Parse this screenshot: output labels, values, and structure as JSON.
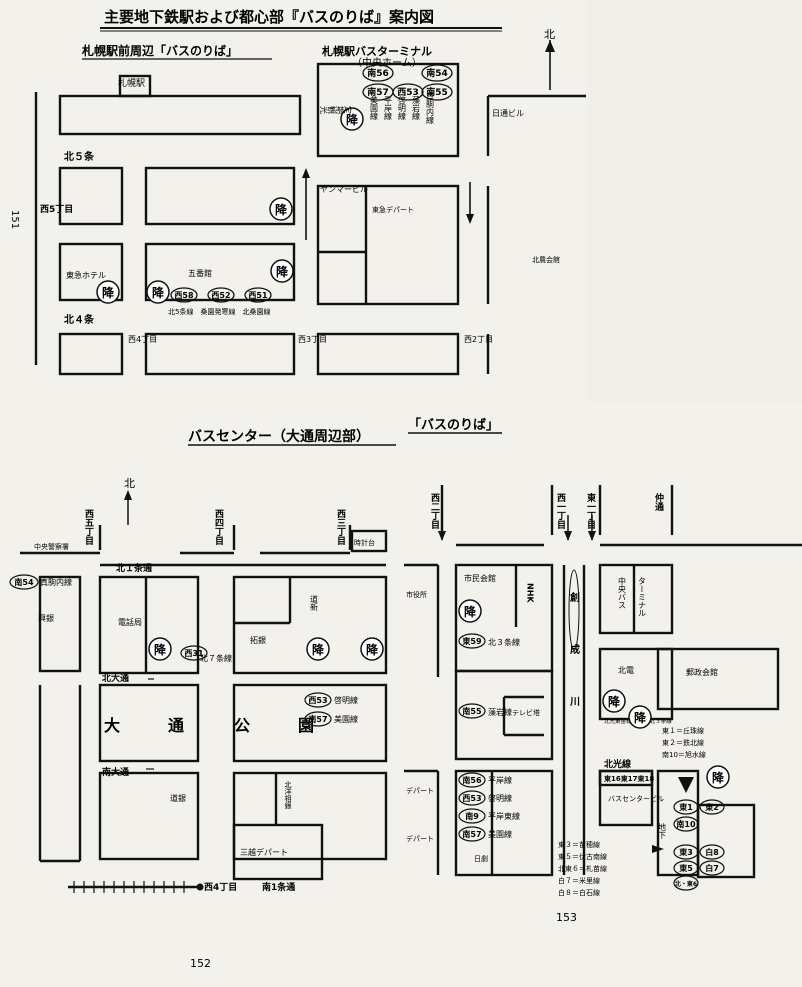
{
  "colors": {
    "paper": "#f3f1ec",
    "ink": "#111111",
    "faint": "#c8c4bc"
  },
  "top": {
    "title": "主要地下鉄駅および都心部『バスのりば』案内図",
    "sec_left": "札幌駅前周辺「バスのりば」",
    "sec_right": "札幌駅バスターミナル",
    "sec_right_sub": "（中央ホーム）",
    "page_no": "151",
    "north": "北",
    "labels": {
      "sapporo_eki": "札幌駅",
      "kita5": "北５条",
      "kita4": "北４条",
      "nishi5": "西5丁目",
      "nishi4": "西4丁目",
      "nishi3": "西3丁目",
      "nishi2": "西2丁目",
      "tokyu_hotel": "東急ホテル",
      "gobankan": "五番館",
      "yanmar": "ヤンマービル",
      "tokyu_dept": "東急デパート",
      "nittsu": "日通ビル",
      "hokuno": "北農会館",
      "routes_bottom": "北5条線　桑園発寒線　北桑園線",
      "kou": "降",
      "cols": [
        "定期観光",
        "美園線",
        "平岸線",
        "啓明線",
        "藻岩線",
        "真駒内線"
      ]
    },
    "stops": [
      "南56",
      "南54",
      "南57",
      "西53",
      "南55",
      "西58",
      "西52",
      "西51"
    ]
  },
  "bottom_left": {
    "title": "バスセンター（大通周辺部）",
    "page_no": "152",
    "north": "北",
    "labels": {
      "nishi5": "西五丁目",
      "nishi4": "西四丁目",
      "nishi3": "西三丁目",
      "chuo_keisatsu": "中央警察署",
      "kita1": "北１条通",
      "tokeidai": "時計台",
      "makomanai": "真駒内線",
      "kogin": "興銀",
      "denwakyoku": "電話局",
      "takugin": "拓銀",
      "dosin": "道新",
      "kita7": "北７条線",
      "kitaodori": "北大通",
      "minamiodori": "南大通",
      "odori_park": [
        "大",
        "通",
        "公",
        "園"
      ],
      "keimei": "啓明線",
      "bien": "美園線",
      "dogin": "道銀",
      "hokuyo": "北洋相銀",
      "mitsukoshi": "三越デパート",
      "nishi4chome": "西4丁目",
      "minami1": "南1条通",
      "kou": "降"
    },
    "stops": [
      "南54",
      "西31",
      "西53",
      "南57"
    ]
  },
  "bottom_right": {
    "title": "「バスのりば」",
    "page_no": "153",
    "labels": {
      "nishi2": "西二丁目",
      "nishi1": "西一丁目",
      "higashi1": "東一丁目",
      "naka": "仲通",
      "shiyakusho": "市役所",
      "shimin": "市民会館",
      "nhk": "NHK",
      "terminal": "ターミナル",
      "chuo_bus": "中央バス",
      "sosei": [
        "創",
        "成",
        "川"
      ],
      "kita3": "北３条線",
      "hokuden": "北電",
      "yubin": "郵政会館",
      "moiwa": "藻岩線",
      "tv": "テレビ塔",
      "hiragishi": "平岸線",
      "keimei": "啓明線",
      "hiragishi_higashi": "平岸東線",
      "bien": "美園線",
      "nichigeki": "日劇",
      "dept1": "デパート",
      "dept2": "デパート",
      "bc_building": "バスセンタービル",
      "chika": "地下",
      "kou": "降",
      "legend_top": [
        "東１＝丘珠線",
        "東２＝鉄北線",
        "南10＝旭水線"
      ],
      "hokko_small": "北光東苗穂線 北光北３条線",
      "hokko": "北光線",
      "board": "東16東17東18",
      "legend_bottom": [
        "東３＝苗穂線",
        "東５＝伏古南線",
        "北東６＝札苗線",
        "白７＝米里線",
        "白８＝白石線"
      ],
      "kita_higashi": "北・東6"
    },
    "stops": [
      "東59",
      "南55",
      "南56",
      "西53",
      "南9",
      "南57",
      "東1",
      "東2",
      "南10",
      "東3",
      "白8",
      "東5",
      "白7"
    ]
  }
}
